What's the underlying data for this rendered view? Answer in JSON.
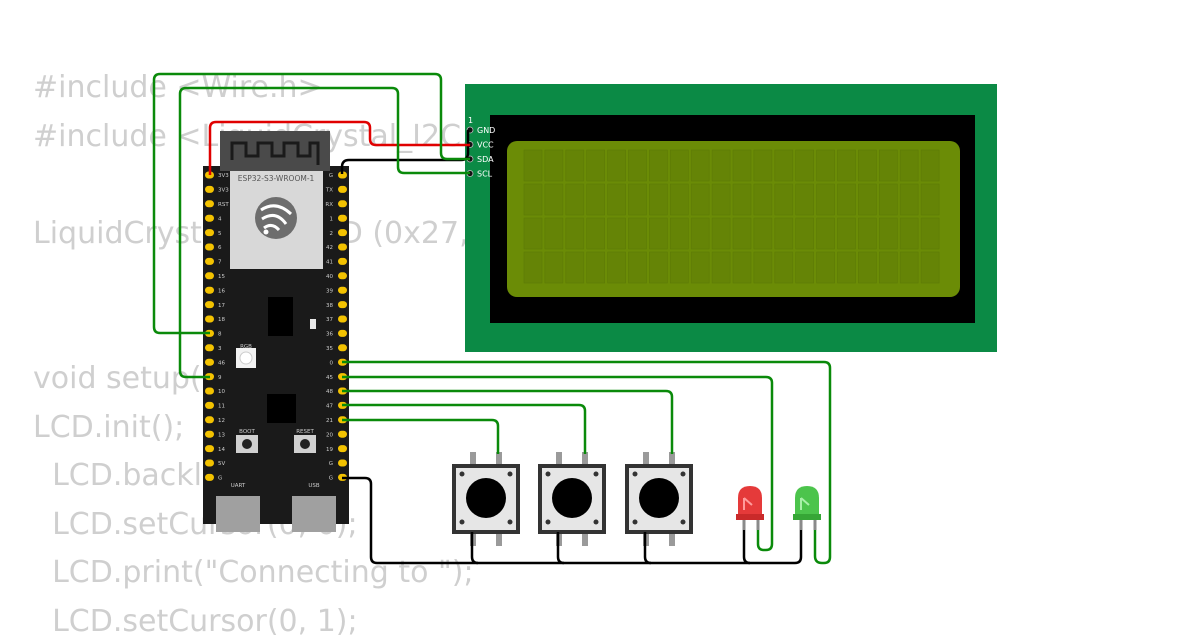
{
  "code": {
    "lines": [
      "#include <Wire.h>",
      "#include <LiquidCrystal_I2C.h>",
      "",
      "LiquidCrystal_I2C LCD (0x27, 20, 4);",
      "",
      "",
      "void setup() {",
      "LCD.init();",
      "  LCD.backlight();",
      "  LCD.setCursor(0, 0);",
      "  LCD.print(\"Connecting to \");",
      "  LCD.setCursor(0, 1);"
    ]
  },
  "board": {
    "module_label": "ESP32-S3-WROOM-1",
    "left_pins": [
      "3V3",
      "3V3",
      "RST",
      "4",
      "5",
      "6",
      "7",
      "15",
      "16",
      "17",
      "18",
      "8",
      "3",
      "46",
      "9",
      "10",
      "11",
      "12",
      "13",
      "14",
      "5V",
      "G"
    ],
    "right_pins": [
      "G",
      "TX",
      "RX",
      "1",
      "2",
      "42",
      "41",
      "40",
      "39",
      "38",
      "37",
      "36",
      "35",
      "0",
      "45",
      "48",
      "47",
      "21",
      "20",
      "19",
      "G",
      "G"
    ],
    "rgb_label": "RGB",
    "boot_label": "BOOT",
    "reset_label": "RESET",
    "uart_label": "UART",
    "usb_label": "USB"
  },
  "lcd": {
    "pin_index_label": "1",
    "pins": [
      "GND",
      "VCC",
      "SDA",
      "SCL"
    ],
    "board_color": "#0b8a45",
    "screen_color": "#6b8c06"
  },
  "leds": [
    {
      "color": "red"
    },
    {
      "color": "green"
    }
  ],
  "wire_colors": {
    "signal": "#0a8a0a",
    "power": "#e00000",
    "ground": "#000000"
  }
}
